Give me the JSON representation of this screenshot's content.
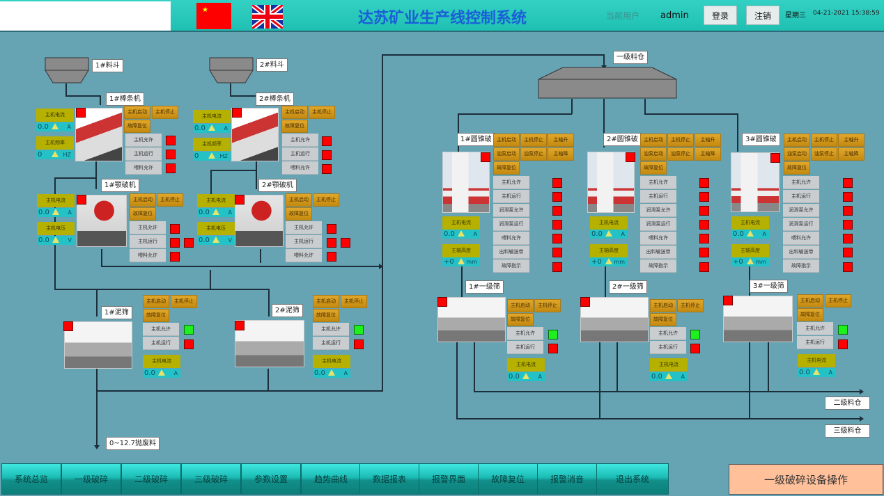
{
  "header": {
    "title": "达苏矿业生产线控制系统",
    "current_user_label": "当前用户",
    "current_user": "admin",
    "login_label": "登录",
    "logout_label": "注销",
    "weekday": "星期三",
    "datetime": "04-21-2021 15:38:59",
    "languages": [
      "zh-CN-flag",
      "en-UK-flag"
    ]
  },
  "hoppers": [
    {
      "label": "1#料斗"
    },
    {
      "label": "2#料斗"
    }
  ],
  "feeders": [
    {
      "label": "1#棒条机",
      "current_label": "主机电流",
      "current": "0.0",
      "current_unit": "A",
      "freq_label": "主机频率",
      "freq": "0",
      "freq_unit": "HZ",
      "buttons": [
        "主机启动",
        "主机停止",
        "故障复位"
      ],
      "status": [
        "主机允许",
        "主机运行",
        "喂料允许"
      ]
    },
    {
      "label": "2#棒条机",
      "current_label": "主机电流",
      "current": "0.0",
      "current_unit": "A",
      "freq_label": "主机频率",
      "freq": "0",
      "freq_unit": "HZ",
      "buttons": [
        "主机启动",
        "主机停止",
        "故障复位"
      ],
      "status": [
        "主机允许",
        "主机运行",
        "喂料允许"
      ]
    }
  ],
  "jaws": [
    {
      "label": "1#颚破机",
      "current_label": "主机电流",
      "current": "0.0",
      "current_unit": "A",
      "volt_label": "主机电压",
      "volt": "0.0",
      "volt_unit": "V",
      "buttons": [
        "主机启动",
        "主机停止",
        "故障复位"
      ],
      "status": [
        "主机允许",
        "主机运行",
        "喂料允许"
      ]
    },
    {
      "label": "2#颚破机",
      "current_label": "主机电流",
      "current": "0.0",
      "current_unit": "A",
      "volt_label": "主机电压",
      "volt": "0.0",
      "volt_unit": "V",
      "buttons": [
        "主机启动",
        "主机停止",
        "故障复位"
      ],
      "status": [
        "主机允许",
        "主机运行",
        "喂料允许"
      ]
    }
  ],
  "mud_screens": [
    {
      "label": "1#泥筛",
      "buttons": [
        "主机启动",
        "主机停止",
        "故障复位"
      ],
      "status": [
        "主机允许",
        "主机运行"
      ],
      "current_label": "主机电流",
      "current": "0.0",
      "current_unit": "A"
    },
    {
      "label": "2#泥筛",
      "buttons": [
        "主机启动",
        "主机停止",
        "故障复位"
      ],
      "status": [
        "主机允许",
        "主机运行"
      ],
      "current_label": "主机电流",
      "current": "0.0",
      "current_unit": "A"
    }
  ],
  "waste_label": "0~12.7抛废料",
  "bin1_label": "一级料仓",
  "cones": [
    {
      "label": "1#圆锥破",
      "buttons": [
        "主机启动",
        "主机停止",
        "主轴升",
        "油泵启动",
        "油泵停止",
        "主轴降",
        "故障复位"
      ],
      "status": [
        "主机允许",
        "主机运行",
        "润滑泵允许",
        "润滑泵运行",
        "喂料允许",
        "出料输送带",
        "故障指示"
      ],
      "current_label": "主机电流",
      "current": "0.0",
      "current_unit": "A",
      "height_label": "主轴高度",
      "height": "+0",
      "height_unit": "mm"
    },
    {
      "label": "2#圆锥破",
      "buttons": [
        "主机启动",
        "主机停止",
        "主轴升",
        "油泵启动",
        "油泵停止",
        "主轴降",
        "故障复位"
      ],
      "status": [
        "主机允许",
        "主机运行",
        "润滑泵允许",
        "润滑泵运行",
        "喂料允许",
        "出料输送带",
        "故障指示"
      ],
      "current_label": "主机电流",
      "current": "0.0",
      "current_unit": "A",
      "height_label": "主轴高度",
      "height": "+0",
      "height_unit": "mm"
    },
    {
      "label": "3#圆锥破",
      "buttons": [
        "主机启动",
        "主机停止",
        "主轴升",
        "油泵启动",
        "油泵停止",
        "主轴降",
        "故障复位"
      ],
      "status": [
        "主机允许",
        "主机运行",
        "润滑泵允许",
        "润滑泵运行",
        "喂料允许",
        "出料输送带",
        "故障指示"
      ],
      "current_label": "主机电流",
      "current": "0.0",
      "current_unit": "A",
      "height_label": "主轴高度",
      "height": "+0",
      "height_unit": "mm"
    }
  ],
  "primary_screens": [
    {
      "label": "1#一级筛",
      "buttons": [
        "主机启动",
        "主机停止",
        "故障复位"
      ],
      "status": [
        "主机允许",
        "主机运行"
      ],
      "current_label": "主机电流",
      "current": "0.0",
      "current_unit": "A"
    },
    {
      "label": "2#一级筛",
      "buttons": [
        "主机启动",
        "主机停止",
        "故障复位"
      ],
      "status": [
        "主机允许",
        "主机运行"
      ],
      "current_label": "主机电流",
      "current": "0.0",
      "current_unit": "A"
    },
    {
      "label": "3#一级筛",
      "buttons": [
        "主机启动",
        "主机停止",
        "故障复位"
      ],
      "status": [
        "主机允许",
        "主机运行"
      ],
      "current_label": "主机电流",
      "current": "0.0",
      "current_unit": "A"
    }
  ],
  "bin2_label": "二级料仓",
  "bin3_label": "三级料仓",
  "colors": {
    "alarm": "#ff0000",
    "ok": "#1ef01e",
    "background": "#66a3b3",
    "button": "#d49a1c"
  },
  "footer": {
    "nav": [
      "系统总览",
      "一级破碎",
      "二级破碎",
      "三级破碎",
      "参数设置",
      "趋势曲线",
      "数据报表",
      "报警界面",
      "故障复位",
      "报警消音",
      "退出系统"
    ],
    "panel_title": "一级破碎设备操作"
  }
}
